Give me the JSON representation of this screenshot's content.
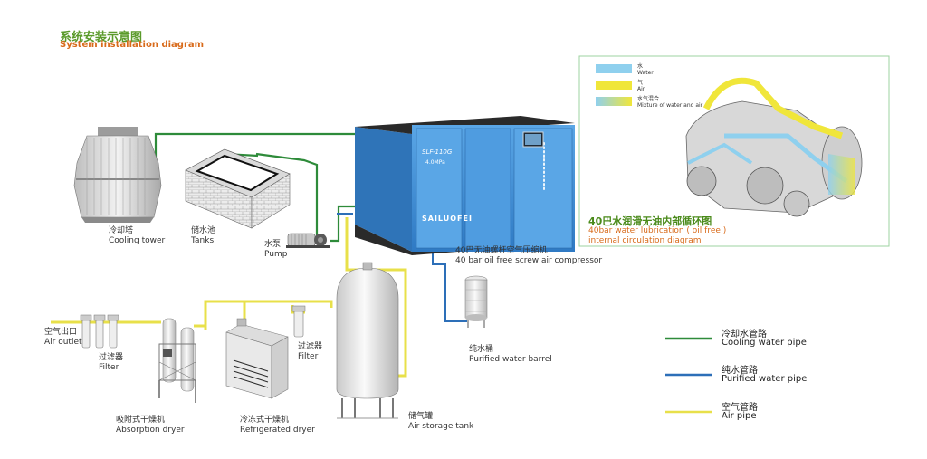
{
  "title": {
    "cn": "系统安装示意图",
    "en": "System installation diagram"
  },
  "labels": {
    "cooling_tower": {
      "cn": "冷却塔",
      "en": "Cooling tower"
    },
    "tanks": {
      "cn": "储水池",
      "en": "Tanks"
    },
    "pump": {
      "cn": "水泵",
      "en": "Pump"
    },
    "compressor": {
      "cn": "40巴无油螺杆空气压缩机",
      "en": "40 bar oil free screw air compressor"
    },
    "barrel": {
      "cn": "纯水桶",
      "en": "Purified water barrel"
    },
    "air_outlet": {
      "cn": "空气出口",
      "en": "Air outlet"
    },
    "filter_left": {
      "cn": "过滤器",
      "en": "Filter"
    },
    "filter_right": {
      "cn": "过滤器",
      "en": "Filter"
    },
    "absorption": {
      "cn": "吸附式干燥机",
      "en": "Absorption dryer"
    },
    "refrigerated": {
      "cn": "冷冻式干燥机",
      "en": "Refrigerated dryer"
    },
    "air_tank": {
      "cn": "储气罐",
      "en": "Air storage tank"
    }
  },
  "compressor_panel": {
    "model": "SLF-110G",
    "pressure": "4.0MPa",
    "brand": "SAILUOFEI"
  },
  "inset": {
    "title_cn": "40巴水润滑无油内部循环图",
    "title_en_1": "40bar water lubrication ( oil free )",
    "title_en_2": "internal circulation diagram",
    "legend": [
      {
        "cn": "水",
        "en": "Water",
        "color": "#8fd0ee"
      },
      {
        "cn": "气",
        "en": "Air",
        "color": "#f0e63a"
      },
      {
        "cn": "水气混合",
        "en": "Mixture of water and air",
        "color": "#b8e0c8"
      }
    ]
  },
  "legend": [
    {
      "cn": "冷却水管路",
      "en": "Cooling water pipe",
      "color": "#2e8b3a"
    },
    {
      "cn": "纯水管路",
      "en": "Purified water pipe",
      "color": "#2d6fb8"
    },
    {
      "cn": "空气管路",
      "en": "Air pipe",
      "color": "#e8e04a"
    }
  ],
  "colors": {
    "cooling": "#2e8b3a",
    "purified": "#2d6fb8",
    "air": "#e8e04a",
    "compressor_blue": "#3f8fd6"
  }
}
